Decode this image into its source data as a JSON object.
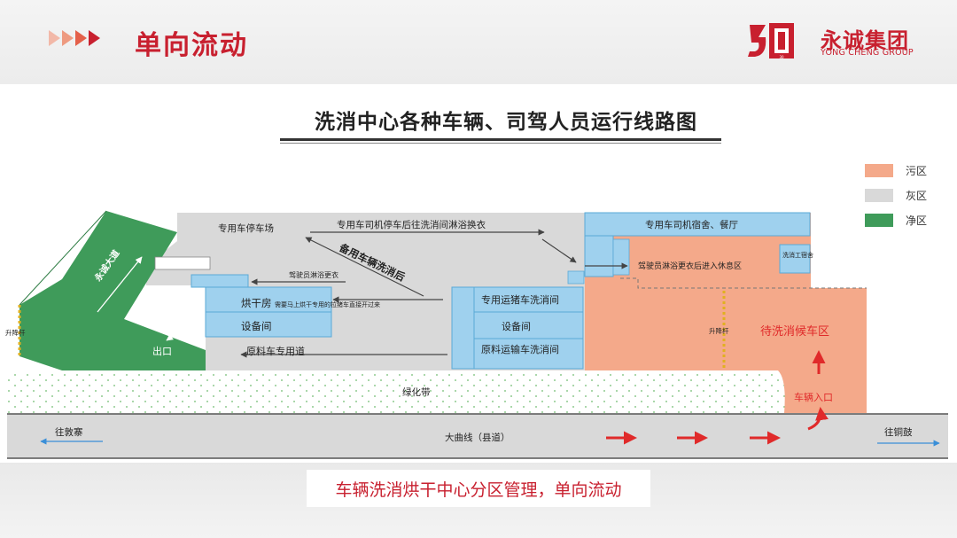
{
  "header": {
    "title": "单向流动"
  },
  "logo": {
    "number": "30",
    "company_cn": "永诚集团",
    "company_en": "YONG CHENG GROUP"
  },
  "diagram": {
    "title": "洗消中心各种车辆、司驾人员运行线路图",
    "legend": [
      {
        "label": "污区",
        "color": "#f4a98a"
      },
      {
        "label": "灰区",
        "color": "#d9d9d9"
      },
      {
        "label": "净区",
        "color": "#3f9b5a"
      }
    ],
    "labels": {
      "parking": "专用车停车场",
      "driver_route": "专用车司机停车后往洗消间淋浴换衣",
      "spare_wash": "备用车辆洗消后",
      "driver_shower": "驾驶员淋浴更衣",
      "yongcheng_road": "永诚大道",
      "drying_room": "烘干房",
      "drying_note": "需要马上烘干专用的拉猪车直接开过来",
      "equipment_room_1": "设备间",
      "raw_material_road": "原料车专用道",
      "exit": "出口",
      "barrier_left": "升降杆",
      "pig_wash": "专用运猪车洗消间",
      "equipment_room_2": "设备间",
      "raw_transport_wash": "原料运输车洗消间",
      "dorm": "专用车司机宿舍、餐厅",
      "driver_rest": "驾驶员淋浴更衣后进入休息区",
      "worker_dorm": "洗消工宿舍",
      "barrier_mid": "升降杆",
      "waiting_area": "待洗消候车区",
      "vehicle_entry": "车辆入口",
      "green_belt": "绿化带",
      "to_west": "往敦寨",
      "county_road": "大曲线（县道）",
      "to_east": "往铜鼓"
    }
  },
  "footer": {
    "caption": "车辆洗消烘干中心分区管理，单向流动"
  }
}
